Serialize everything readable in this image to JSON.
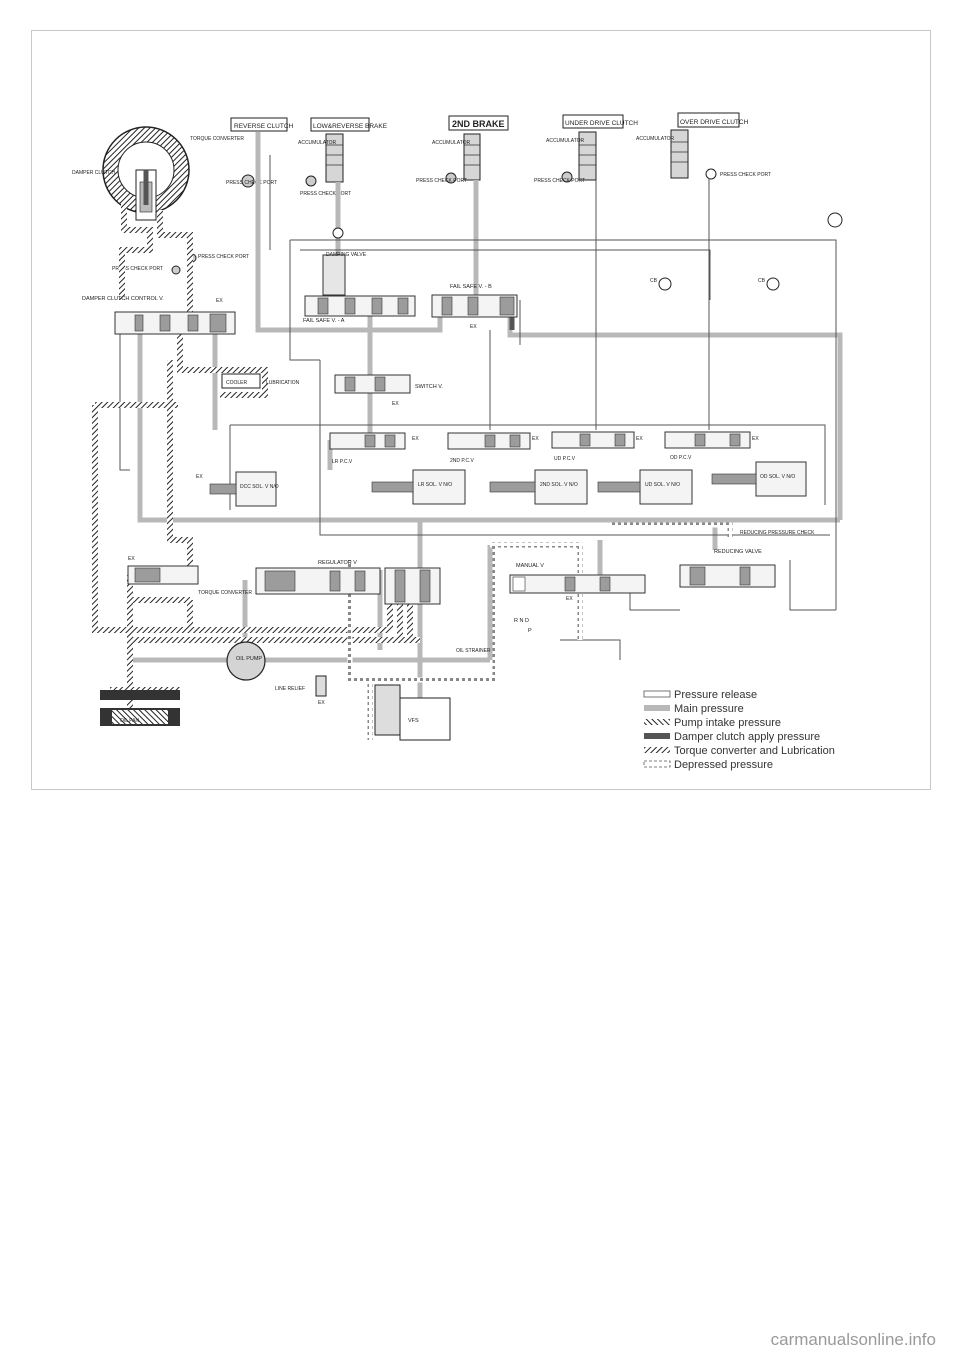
{
  "headers": {
    "reverse_clutch": "REVERSE CLUTCH",
    "low_reverse_brake": "LOW&REVERSE BRAKE",
    "second_brake": "2ND BRAKE",
    "under_drive_clutch": "UNDER DRIVE CLUTCH",
    "over_drive_clutch": "OVER DRIVE CLUTCH"
  },
  "labels": {
    "torque_converter": "TORQUE CONVERTER",
    "damper_clutch": "DAMPER CLUTCH",
    "damper_clutch_control": "DAMPER CLUTCH CONTROL V.",
    "fail_safe_a": "FAIL SAFE V. - A",
    "fail_safe_b": "FAIL SAFE V. - B",
    "switch_v": "SWITCH V.",
    "cooler": "COOLER",
    "lubrication": "LUBRICATION",
    "lr_pcv": "LR P.C.V",
    "second_pcv": "2ND P.C.V",
    "ud_pcv": "UD P.C.V",
    "od_pcv": "OD P.C.V",
    "dcc_sol": "DCC SOL. V N/O",
    "lr_sol": "LR SOL. V N/O",
    "second_sol": "2ND SOL. V N/O",
    "ud_sol": "UD SOL. V N/O",
    "od_sol": "OD SOL. V N/O",
    "regulator_v": "REGULATOR V",
    "reducing_valve": "REDUCING VALVE",
    "manual_v": "MANUAL V",
    "manual_positions": "R N D",
    "manual_p": "P",
    "oil_pump": "OIL PUMP",
    "oil_strainer": "OIL STRAINER",
    "line_relief": "LINE RELIEF",
    "vfs": "VFS",
    "accumulator": "ACCUMULATOR",
    "press_check_port": "PRESS CHECK PORT",
    "damping_valve": "DAMPING VALVE",
    "torque_converter_small": "TORQUE CONVERTER",
    "reducing_pressure_check": "REDUCING PRESSURE CHECK",
    "ex": "EX",
    "oil_pan": "OIL PAN",
    "cb": "CB"
  },
  "legend": [
    {
      "key": "pressure_release",
      "label": "Pressure release",
      "swatch": "empty"
    },
    {
      "key": "main_pressure",
      "label": "Main pressure",
      "swatch": "gray"
    },
    {
      "key": "pump_intake",
      "label": "Pump intake pressure",
      "swatch": "hatch-back"
    },
    {
      "key": "damper_apply",
      "label": "Damper clutch apply pressure",
      "swatch": "dark"
    },
    {
      "key": "torque_lube",
      "label": "Torque converter and Lubrication",
      "swatch": "hatch-fwd"
    },
    {
      "key": "depressed",
      "label": "Depressed pressure",
      "swatch": "dashed"
    }
  ],
  "colors": {
    "main_pressure": "#b8b8b8",
    "damper_apply": "#555555",
    "release": "#ffffff"
  },
  "watermark": "carmanualsonline.info"
}
